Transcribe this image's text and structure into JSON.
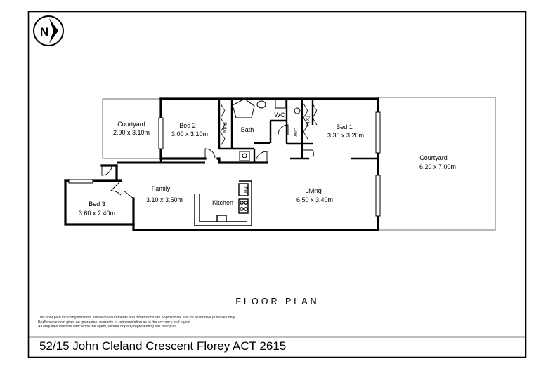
{
  "compass": {
    "letter": "N"
  },
  "rooms": [
    {
      "id": "courtyard_left",
      "name": "Courtyard",
      "size": "2.90 x 3.10m"
    },
    {
      "id": "bed2",
      "name": "Bed 2",
      "size": "3.00 x 3.10m"
    },
    {
      "id": "robe_bed2",
      "name": "Robe"
    },
    {
      "id": "bath",
      "name": "Bath"
    },
    {
      "id": "wc",
      "name": "WC"
    },
    {
      "id": "linen",
      "name": "Linen"
    },
    {
      "id": "robe_bed1",
      "name": "Robe"
    },
    {
      "id": "bed1",
      "name": "Bed 1",
      "size": "3.30 x 3.20m"
    },
    {
      "id": "courtyard_right",
      "name": "Courtyard",
      "size": "6.20 x 7.00m"
    },
    {
      "id": "family",
      "name": "Family",
      "size": "3.10 x 3.50m"
    },
    {
      "id": "kitchen",
      "name": "Kitchen"
    },
    {
      "id": "ref",
      "name": "Ref"
    },
    {
      "id": "living",
      "name": "Living",
      "size": "6.50 x 3.40m"
    },
    {
      "id": "bed3",
      "name": "Bed 3",
      "size": "3.60 x 2.40m"
    }
  ],
  "plan_title": "FLOOR PLAN",
  "disclaimer": [
    "This floor plan including furniture, fixture measurements and dimensions are approximate and for illustrative purposes only.",
    "BoxBrownie.com gives no guarantee, warranty or representation as to the accuracy and layout.",
    "All enquiries must be directed to the agent, vendor or party representing this floor plan."
  ],
  "address": "52/15 John Cleland Crescent Florey ACT 2615"
}
